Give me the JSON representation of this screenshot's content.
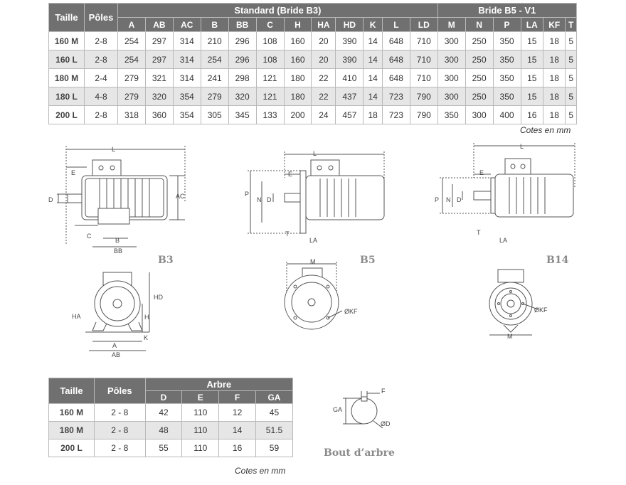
{
  "table1": {
    "group_headers": {
      "taille": "Taille",
      "poles": "Pôles",
      "standard": "Standard (Bride B3)",
      "bride": "Bride B5 - V1"
    },
    "columns": [
      "A",
      "AB",
      "AC",
      "B",
      "BB",
      "C",
      "H",
      "HA",
      "HD",
      "K",
      "L",
      "LD",
      "M",
      "N",
      "P",
      "LA",
      "KF",
      "T"
    ],
    "rows": [
      {
        "taille": "160 M",
        "poles": "2-8",
        "v": [
          "254",
          "297",
          "314",
          "210",
          "296",
          "108",
          "160",
          "20",
          "390",
          "14",
          "648",
          "710",
          "300",
          "250",
          "350",
          "15",
          "18",
          "5"
        ]
      },
      {
        "taille": "160 L",
        "poles": "2-8",
        "v": [
          "254",
          "297",
          "314",
          "254",
          "296",
          "108",
          "160",
          "20",
          "390",
          "14",
          "648",
          "710",
          "300",
          "250",
          "350",
          "15",
          "18",
          "5"
        ]
      },
      {
        "taille": "180 M",
        "poles": "2-4",
        "v": [
          "279",
          "321",
          "314",
          "241",
          "298",
          "121",
          "180",
          "22",
          "410",
          "14",
          "648",
          "710",
          "300",
          "250",
          "350",
          "15",
          "18",
          "5"
        ]
      },
      {
        "taille": "180 L",
        "poles": "4-8",
        "v": [
          "279",
          "320",
          "354",
          "279",
          "320",
          "121",
          "180",
          "22",
          "437",
          "14",
          "723",
          "790",
          "300",
          "250",
          "350",
          "15",
          "18",
          "5"
        ]
      },
      {
        "taille": "200 L",
        "poles": "2-8",
        "v": [
          "318",
          "360",
          "354",
          "305",
          "345",
          "133",
          "200",
          "24",
          "457",
          "18",
          "723",
          "790",
          "350",
          "300",
          "400",
          "16",
          "18",
          "5"
        ]
      }
    ],
    "note": "Cotes en mm"
  },
  "table2": {
    "headers": {
      "taille": "Taille",
      "poles": "Pôles",
      "arbre": "Arbre"
    },
    "columns": [
      "D",
      "E",
      "F",
      "GA"
    ],
    "rows": [
      {
        "taille": "160 M",
        "poles": "2 - 8",
        "v": [
          "42",
          "110",
          "12",
          "45"
        ]
      },
      {
        "taille": "180 M",
        "poles": "2 - 8",
        "v": [
          "48",
          "110",
          "14",
          "51.5"
        ]
      },
      {
        "taille": "200 L",
        "poles": "2 - 8",
        "v": [
          "55",
          "110",
          "16",
          "59"
        ]
      }
    ],
    "note": "Cotes en mm"
  },
  "captions": {
    "b3": "B3",
    "b5": "B5",
    "b14": "B14",
    "shaft": "Bout d’arbre"
  },
  "labels": {
    "b3_side": {
      "L": "L",
      "E": "E",
      "D": "D",
      "AC": "AC",
      "C": "C",
      "B": "B",
      "BB": "BB"
    },
    "b3_front": {
      "HD": "HD",
      "HA": "HA",
      "H": "H",
      "K": "K",
      "A": "A",
      "AB": "AB"
    },
    "b5_side": {
      "L": "L",
      "E": "E",
      "P": "P",
      "N": "N",
      "D": "D",
      "T": "T",
      "LA": "LA"
    },
    "b5_front": {
      "M": "M",
      "KF": "ØKF"
    },
    "b14_side": {
      "L": "L",
      "E": "E",
      "P": "P",
      "N": "N",
      "D": "D",
      "T": "T",
      "LA": "LA"
    },
    "b14_front": {
      "M": "M",
      "KF": "ØKF"
    },
    "shaft": {
      "F": "F",
      "GA": "GA",
      "D": "ØD"
    }
  }
}
